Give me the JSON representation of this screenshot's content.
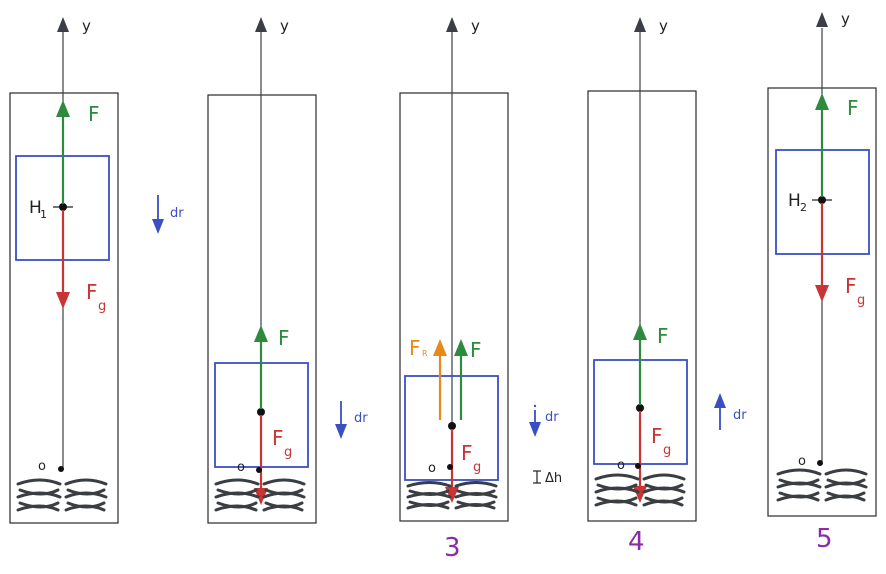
{
  "colors": {
    "axis": "#3b3f45",
    "frame": "#2a2a2a",
    "block": "#3b4fc4",
    "force_up": "#2e8b3e",
    "force_weight": "#c93434",
    "friction": "#e88a1a",
    "velocity": "#3b4fc4",
    "spring": "#3a3d42",
    "number": "#8a2ca8",
    "text": "#222222"
  },
  "axis_label": "y",
  "force_labels": {
    "F": "F",
    "Fg": "F",
    "Fg_sub": "g",
    "Fr": "F",
    "Fr_sub": "R"
  },
  "heights": {
    "h1": "H",
    "h1_sub": "1",
    "h2": "H",
    "h2_sub": "2"
  },
  "origin_label": "o",
  "displacement_label": "dr",
  "delta_h_label": "Δh",
  "panel_numbers": [
    "3",
    "4",
    "5"
  ]
}
